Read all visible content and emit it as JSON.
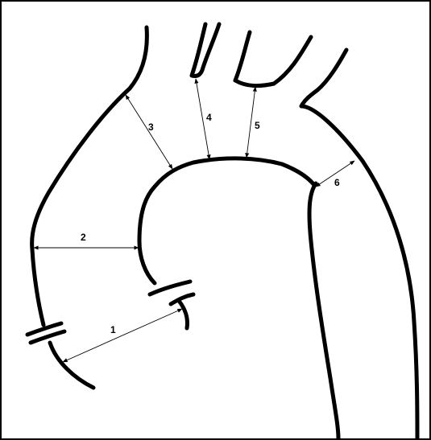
{
  "diagram": {
    "frame_color": "#000000",
    "stroke_color": "#000000",
    "background": "#ffffff",
    "measurements": [
      {
        "id": "m1",
        "label": "1"
      },
      {
        "id": "m2",
        "label": "2"
      },
      {
        "id": "m3",
        "label": "3"
      },
      {
        "id": "m4",
        "label": "4"
      },
      {
        "id": "m5",
        "label": "5"
      },
      {
        "id": "m6",
        "label": "6"
      }
    ]
  }
}
